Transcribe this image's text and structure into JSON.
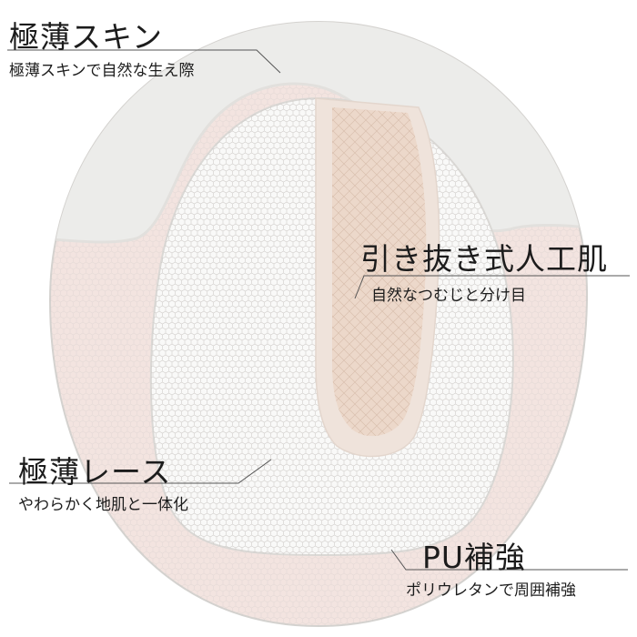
{
  "labels": {
    "skin": {
      "title": "極薄スキン",
      "desc": "極薄スキンで自然な生え際"
    },
    "center": {
      "title": "引き抜き式人工肌",
      "desc": "自然なつむじと分け目"
    },
    "lace": {
      "title": "極薄レース",
      "desc": "やわらかく地肌と一体化"
    },
    "pu": {
      "title": "PU補強",
      "desc": "ポリウレタンで周囲補強"
    }
  },
  "colors": {
    "skin_fill": "#ececea",
    "pu_fill": "#f3e4e0",
    "lace_fill": "#f9f9f8",
    "center_fill": "#ecd8ca",
    "center_rim": "#efe3db",
    "outline": "#d4d2cf",
    "text": "#1c1c1c",
    "leader": "#555555"
  }
}
